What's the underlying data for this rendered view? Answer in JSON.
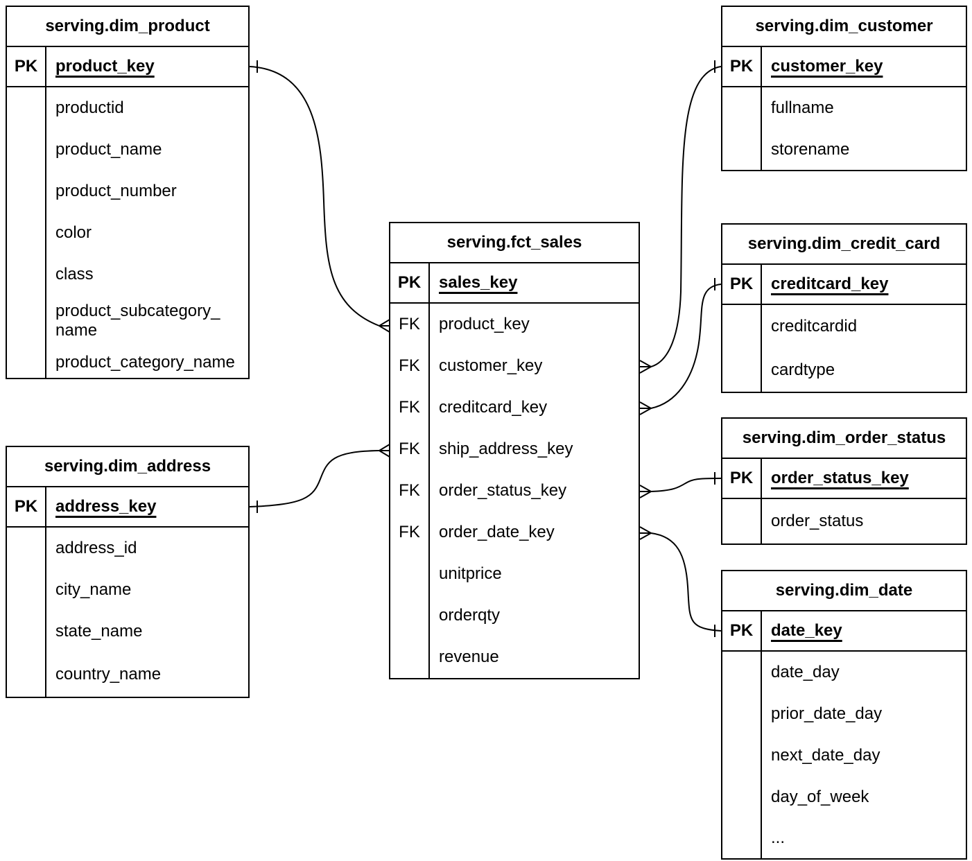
{
  "colors": {
    "line": "#000000",
    "background": "#ffffff",
    "text": "#000000"
  },
  "tables": [
    {
      "title": "serving.dim_product",
      "pk_badge": "PK",
      "pk_field": "product_key",
      "fields": [
        {
          "key": "",
          "name": "productid"
        },
        {
          "key": "",
          "name": "product_name"
        },
        {
          "key": "",
          "name": "product_number"
        },
        {
          "key": "",
          "name": "color"
        },
        {
          "key": "",
          "name": "class"
        },
        {
          "key": "",
          "name": "product_subcategory_\nname"
        },
        {
          "key": "",
          "name": "product_category_name"
        }
      ]
    },
    {
      "title": "serving.dim_address",
      "pk_badge": "PK",
      "pk_field": "address_key",
      "fields": [
        {
          "key": "",
          "name": "address_id"
        },
        {
          "key": "",
          "name": "city_name"
        },
        {
          "key": "",
          "name": "state_name"
        },
        {
          "key": "",
          "name": "country_name"
        }
      ]
    },
    {
      "title": "serving.fct_sales",
      "pk_badge": "PK",
      "pk_field": "sales_key",
      "fields": [
        {
          "key": "FK",
          "name": "product_key"
        },
        {
          "key": "FK",
          "name": "customer_key"
        },
        {
          "key": "FK",
          "name": "creditcard_key"
        },
        {
          "key": "FK",
          "name": "ship_address_key"
        },
        {
          "key": "FK",
          "name": "order_status_key"
        },
        {
          "key": "FK",
          "name": "order_date_key"
        },
        {
          "key": "",
          "name": "unitprice"
        },
        {
          "key": "",
          "name": "orderqty"
        },
        {
          "key": "",
          "name": "revenue"
        }
      ]
    },
    {
      "title": "serving.dim_customer",
      "pk_badge": "PK",
      "pk_field": "customer_key",
      "fields": [
        {
          "key": "",
          "name": "fullname"
        },
        {
          "key": "",
          "name": "storename"
        }
      ]
    },
    {
      "title": "serving.dim_credit_card",
      "pk_badge": "PK",
      "pk_field": "creditcard_key",
      "fields": [
        {
          "key": "",
          "name": "creditcardid"
        },
        {
          "key": "",
          "name": "cardtype"
        }
      ]
    },
    {
      "title": "serving.dim_order_status",
      "pk_badge": "PK",
      "pk_field": "order_status_key",
      "fields": [
        {
          "key": "",
          "name": "order_status"
        }
      ]
    },
    {
      "title": "serving.dim_date",
      "pk_badge": "PK",
      "pk_field": "date_key",
      "fields": [
        {
          "key": "",
          "name": "date_day"
        },
        {
          "key": "",
          "name": "prior_date_day"
        },
        {
          "key": "",
          "name": "next_date_day"
        },
        {
          "key": "",
          "name": "day_of_week"
        },
        {
          "key": "",
          "name": "..."
        }
      ]
    }
  ],
  "relationships": [
    {
      "many_side": "serving.fct_sales.product_key",
      "one_side": "serving.dim_product.product_key"
    },
    {
      "many_side": "serving.fct_sales.ship_address_key",
      "one_side": "serving.dim_address.address_key"
    },
    {
      "many_side": "serving.fct_sales.customer_key",
      "one_side": "serving.dim_customer.customer_key"
    },
    {
      "many_side": "serving.fct_sales.creditcard_key",
      "one_side": "serving.dim_credit_card.creditcard_key"
    },
    {
      "many_side": "serving.fct_sales.order_status_key",
      "one_side": "serving.dim_order_status.order_status_key"
    },
    {
      "many_side": "serving.fct_sales.order_date_key",
      "one_side": "serving.dim_date.date_key"
    }
  ]
}
